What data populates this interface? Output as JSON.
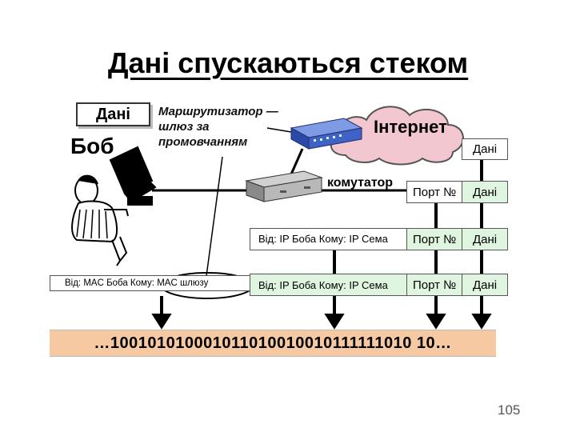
{
  "title": "Дані спускаються стеком",
  "bob": {
    "data_label": "Дані",
    "name": "Боб"
  },
  "router_note": "Маршрутизатор — шлюз за промовчанням",
  "internet_label": "Інтернет",
  "switch_label": "комутатор",
  "stack": {
    "app_data": "Дані",
    "transport": {
      "port": "Порт №",
      "data": "Дані"
    },
    "network": {
      "ip": "Від: IP Боба Кому: IP Сема",
      "port": "Порт №",
      "data": "Дані"
    },
    "link": {
      "mac": "Від: MAC Боба Кому: MAC шлюзу",
      "ip": "Від: IP Боба Кому: IP Сема",
      "port": "Порт №",
      "data": "Дані"
    }
  },
  "binary_stream": "…100101010001011010010010111111010 10…",
  "slide_number": "105",
  "colors": {
    "green_box": "#dff5df",
    "bits_bar": "#f7c9a3",
    "cloud": "#f3c7cf",
    "router": "#3f62c4"
  }
}
